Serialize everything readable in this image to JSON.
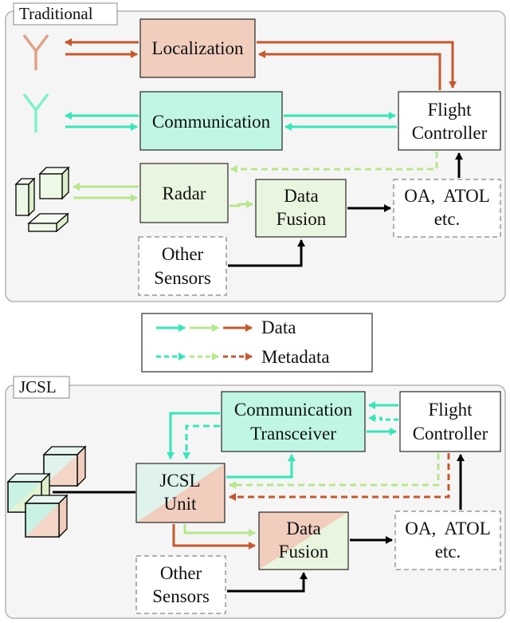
{
  "colors": {
    "communication": "#34e7b8",
    "sensing": "#b6e78b",
    "localization": "#c6582b",
    "localization_fill": "#f0cdbd",
    "communication_fill": "#bff6e6",
    "sensing_fill": "#e9f5df",
    "dashed_border": "#9a9a9a",
    "panel_fill": "#f5f5f5",
    "panel_border": "#b4b4b4"
  },
  "traditional": {
    "panel_label": "Traditional",
    "localization": "Localization",
    "communication": "Communication",
    "flight_controller": [
      "Flight",
      "Controller"
    ],
    "radar": "Radar",
    "data_fusion": [
      "Data",
      "Fusion"
    ],
    "oa_atol": [
      "OA,  ATOL",
      "etc."
    ],
    "other_sensors": [
      "Other",
      "Sensors"
    ]
  },
  "legend": {
    "data_label": "Data",
    "metadata_label": "Metadata"
  },
  "jcsl": {
    "panel_label": "JCSL",
    "transceiver": [
      "Communication",
      "Transceiver"
    ],
    "flight_controller": [
      "Flight",
      "Controller"
    ],
    "jcsl_unit": [
      "JCSL",
      "Unit"
    ],
    "data_fusion": [
      "Data",
      "Fusion"
    ],
    "oa_atol": [
      "OA,  ATOL",
      "etc."
    ],
    "other_sensors": [
      "Other",
      "Sensors"
    ]
  },
  "icons": [
    "localization-antenna-icon",
    "communication-antenna-icon",
    "radar-sensor-icon",
    "jcsl-sensor-icon"
  ]
}
